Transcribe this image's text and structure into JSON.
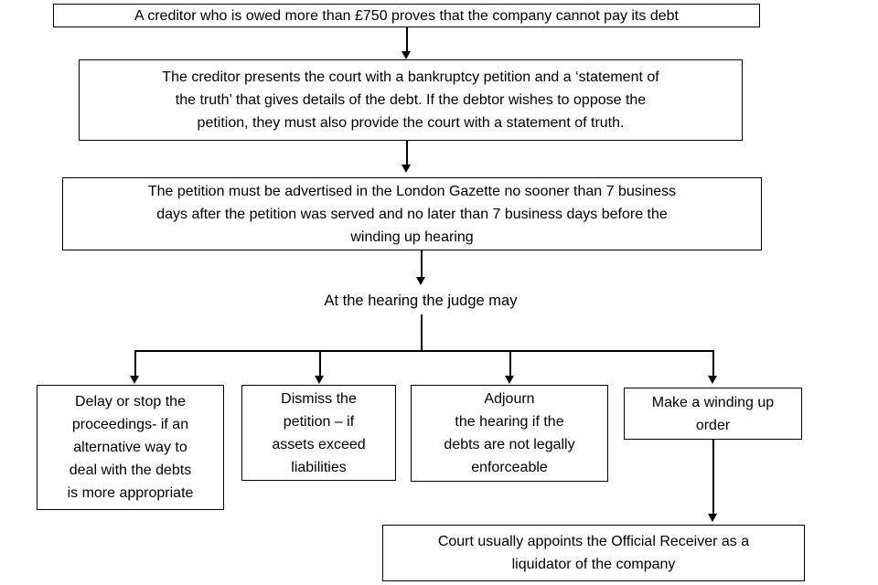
{
  "diagram": {
    "title": "Winding up petition court process flowchart",
    "line_color": "#000000",
    "box_fill": "#ffffff",
    "nodes": [
      {
        "id": "creditor-owed",
        "text": "A creditor who is owed more than £750 proves that the company cannot pay its debt"
      },
      {
        "id": "creditor-presents-court",
        "lines": [
          "The creditor presents the court with a bankruptcy petition and a ‘statement of",
          "the truth’ that gives details of the debt.  If the debtor wishes to oppose the",
          "petition, they must also provide the court with a statement of truth."
        ]
      },
      {
        "id": "advertise-london-gazette",
        "lines": [
          "The petition must be advertised in the London Gazette no sooner than 7 business",
          "days after the petition was served and no later than 7 business days before the",
          "winding up hearing"
        ]
      },
      {
        "id": "at-the-hearing",
        "text": "At the hearing the judge may"
      },
      {
        "id": "delay-or-stop",
        "lines": [
          "Delay or stop the",
          "proceedings- if an",
          "alternative way to",
          "deal with the debts",
          "is more appropriate"
        ]
      },
      {
        "id": "dismiss-petition",
        "lines": [
          "Dismiss the",
          "petition – if",
          "assets exceed",
          "liabilities"
        ]
      },
      {
        "id": "adjourn-hearing",
        "lines": [
          "Adjourn",
          "the hearing if the",
          "debts are not legally",
          "enforceable"
        ]
      },
      {
        "id": "winding-up-order",
        "lines": [
          "Make a winding up",
          "order"
        ]
      },
      {
        "id": "official-receiver",
        "lines": [
          "Court usually appoints the Official Receiver as a",
          "liquidator of the company"
        ]
      }
    ]
  }
}
